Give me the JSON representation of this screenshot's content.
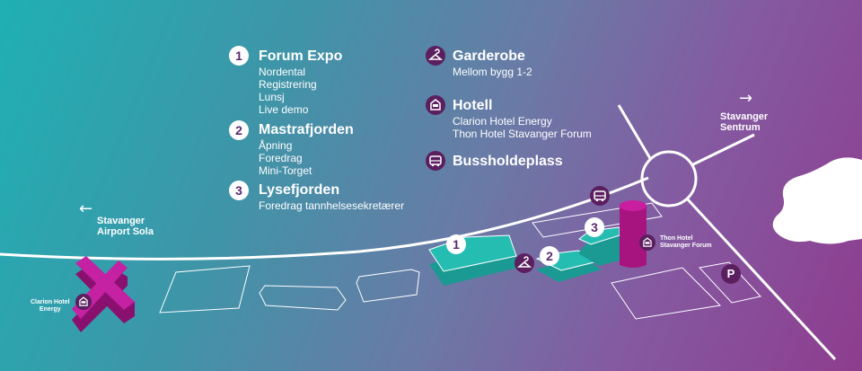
{
  "legend": {
    "forum_expo": {
      "number": "1",
      "title": "Forum Expo",
      "items": [
        "Nordental",
        "Registrering",
        "Lunsj",
        "Live demo"
      ]
    },
    "mastrafjorden": {
      "number": "2",
      "title": "Mastrafjorden",
      "items": [
        "Åpning",
        "Foredrag",
        "Mini-Torget"
      ]
    },
    "lysefjorden": {
      "number": "3",
      "title": "Lysefjorden",
      "items": [
        "Foredrag tannhelsesekretærer"
      ]
    },
    "garderobe": {
      "icon": "hanger-icon",
      "title": "Garderobe",
      "items": [
        "Mellom bygg 1-2"
      ]
    },
    "hotell": {
      "icon": "hotel-icon",
      "title": "Hotell",
      "items": [
        "Clarion Hotel Energy",
        "Thon Hotel Stavanger Forum"
      ]
    },
    "bussholdeplass": {
      "icon": "bus-icon",
      "title": "Bussholdeplass"
    }
  },
  "map": {
    "directions": {
      "airport": {
        "line1": "Stavanger",
        "line2": "Airport Sola",
        "arrow": "←"
      },
      "sentrum": {
        "line1": "Stavanger",
        "line2": "Sentrum",
        "arrow": "→"
      }
    },
    "hotels": {
      "clarion": {
        "line1": "Clarion Hotel",
        "line2": "Energy"
      },
      "thon": {
        "line1": "Thon Hotel",
        "line2": "Stavanger Forum"
      }
    },
    "building_numbers": [
      "1",
      "2",
      "3"
    ],
    "parking": {
      "label": "P"
    }
  },
  "colors": {
    "gradient_start": "#1fb0b4",
    "gradient_end": "#8e3c8e",
    "building_teal": "#22b8ae",
    "building_magenta": "#b0188c",
    "icon_badge": "#5b1f5f"
  }
}
